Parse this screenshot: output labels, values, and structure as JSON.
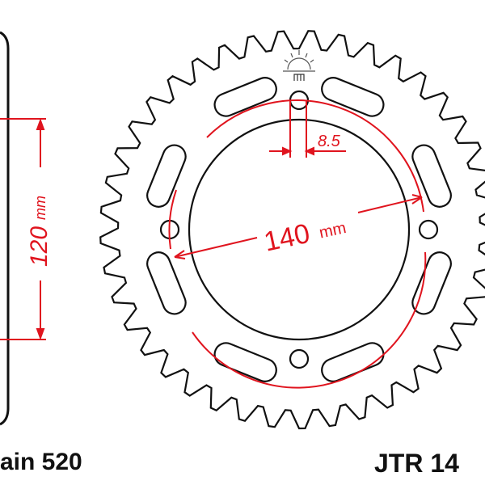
{
  "dimensions": {
    "bolt_circle": {
      "value": "140",
      "unit": "mm"
    },
    "hub_height": {
      "value": "120",
      "unit": "mm"
    },
    "bolt_hole": {
      "value": "8.5"
    }
  },
  "labels": {
    "chain": "ain 520",
    "part_number": "JTR 14"
  },
  "colors": {
    "outline": "#111111",
    "dimension": "#e0141e"
  }
}
